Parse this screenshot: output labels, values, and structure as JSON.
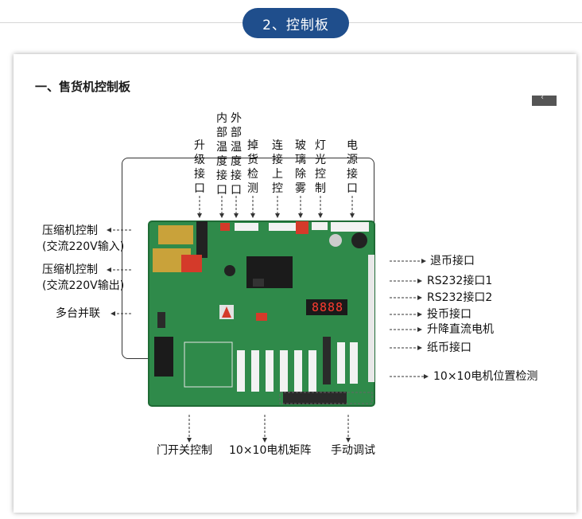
{
  "header": {
    "section_title": "2、控制板"
  },
  "card": {
    "heading": "一、售货机控制板"
  },
  "top_labels": [
    {
      "id": "upgrade-port",
      "text": "升级接口"
    },
    {
      "id": "internal-temp-port",
      "text": "内部温度接口"
    },
    {
      "id": "external-temp-port",
      "text": "外部温度接口"
    },
    {
      "id": "drop-detect",
      "text": "掉货检测"
    },
    {
      "id": "upper-control-link",
      "text": "连接上控"
    },
    {
      "id": "glass-defog",
      "text": "玻璃除雾"
    },
    {
      "id": "light-control",
      "text": "灯光控制"
    },
    {
      "id": "power-port",
      "text": "电源接口"
    }
  ],
  "left_labels": [
    {
      "id": "compressor-input",
      "text": "压缩机控制\n(交流220V输入)"
    },
    {
      "id": "compressor-output",
      "text": "压缩机控制\n(交流220V输出)"
    },
    {
      "id": "multi-unit-link",
      "text": "多台并联"
    }
  ],
  "right_labels": [
    {
      "id": "coin-return-port",
      "text": "退币接口"
    },
    {
      "id": "rs232-port-1",
      "text": "RS232接口1"
    },
    {
      "id": "rs232-port-2",
      "text": "RS232接口2"
    },
    {
      "id": "coin-insert-port",
      "text": "投币接口"
    },
    {
      "id": "lift-dc-motor",
      "text": "升降直流电机"
    },
    {
      "id": "bill-port",
      "text": "纸币接口"
    },
    {
      "id": "motor-position-detect",
      "text": "10×10电机位置检测"
    }
  ],
  "bottom_labels": [
    {
      "id": "door-switch-control",
      "text": "门开关控制"
    },
    {
      "id": "motor-matrix",
      "text": "10×10电机矩阵"
    },
    {
      "id": "manual-debug",
      "text": "手动调试"
    }
  ],
  "board": {
    "display_digits": "8888"
  },
  "colors": {
    "pill": "#1f4e8c",
    "pcb": "#2f8a4a",
    "pcb_dark": "#1f6b35",
    "leader": "#333333"
  }
}
